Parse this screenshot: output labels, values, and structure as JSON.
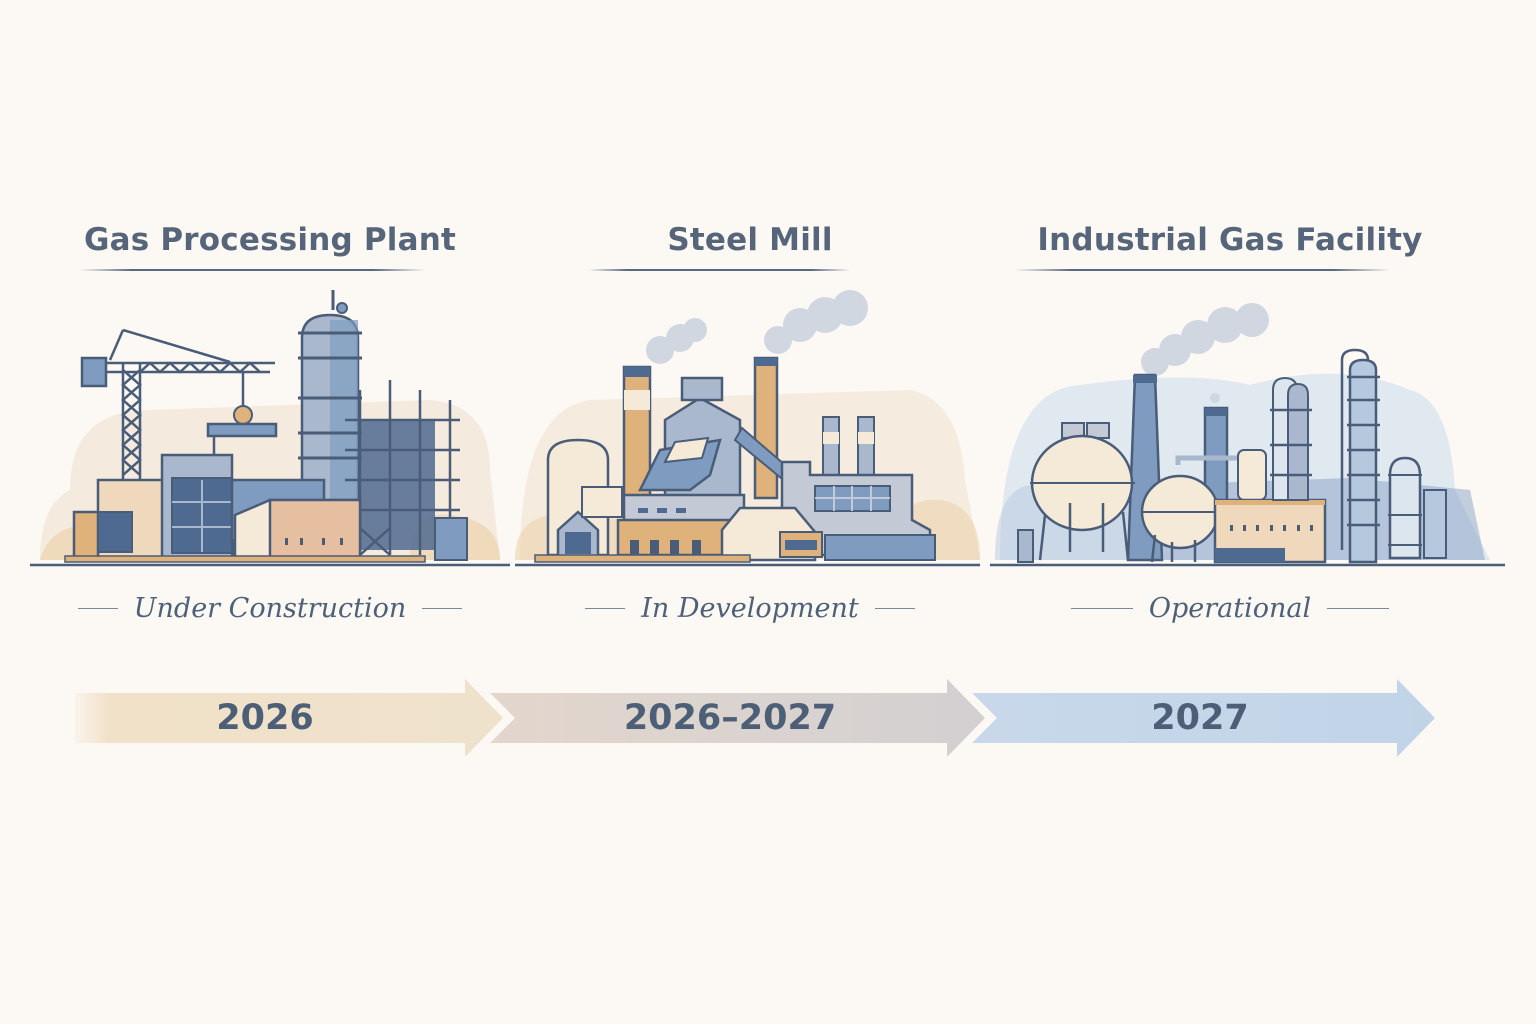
{
  "background_color": "#fcf8f4",
  "stages": [
    {
      "title": "Gas Processing Plant",
      "status": "Under Construction",
      "year": "2026",
      "illustration": "construction-site-icon",
      "arrow_color": "#f1e1c8"
    },
    {
      "title": "Steel Mill",
      "status": "In Development",
      "year": "2026–2027",
      "illustration": "steel-mill-factory-icon",
      "arrow_color": "#dcd2cc"
    },
    {
      "title": "Industrial Gas Facility",
      "status": "Operational",
      "year": "2027",
      "illustration": "gas-refinery-icon",
      "arrow_color": "#c3d5e8"
    }
  ],
  "colors": {
    "text": "#566579",
    "outline": "#4a5d78",
    "steel_blue": "#7f9cc0",
    "sand": "#e0b27b",
    "cream": "#f5ead8"
  }
}
